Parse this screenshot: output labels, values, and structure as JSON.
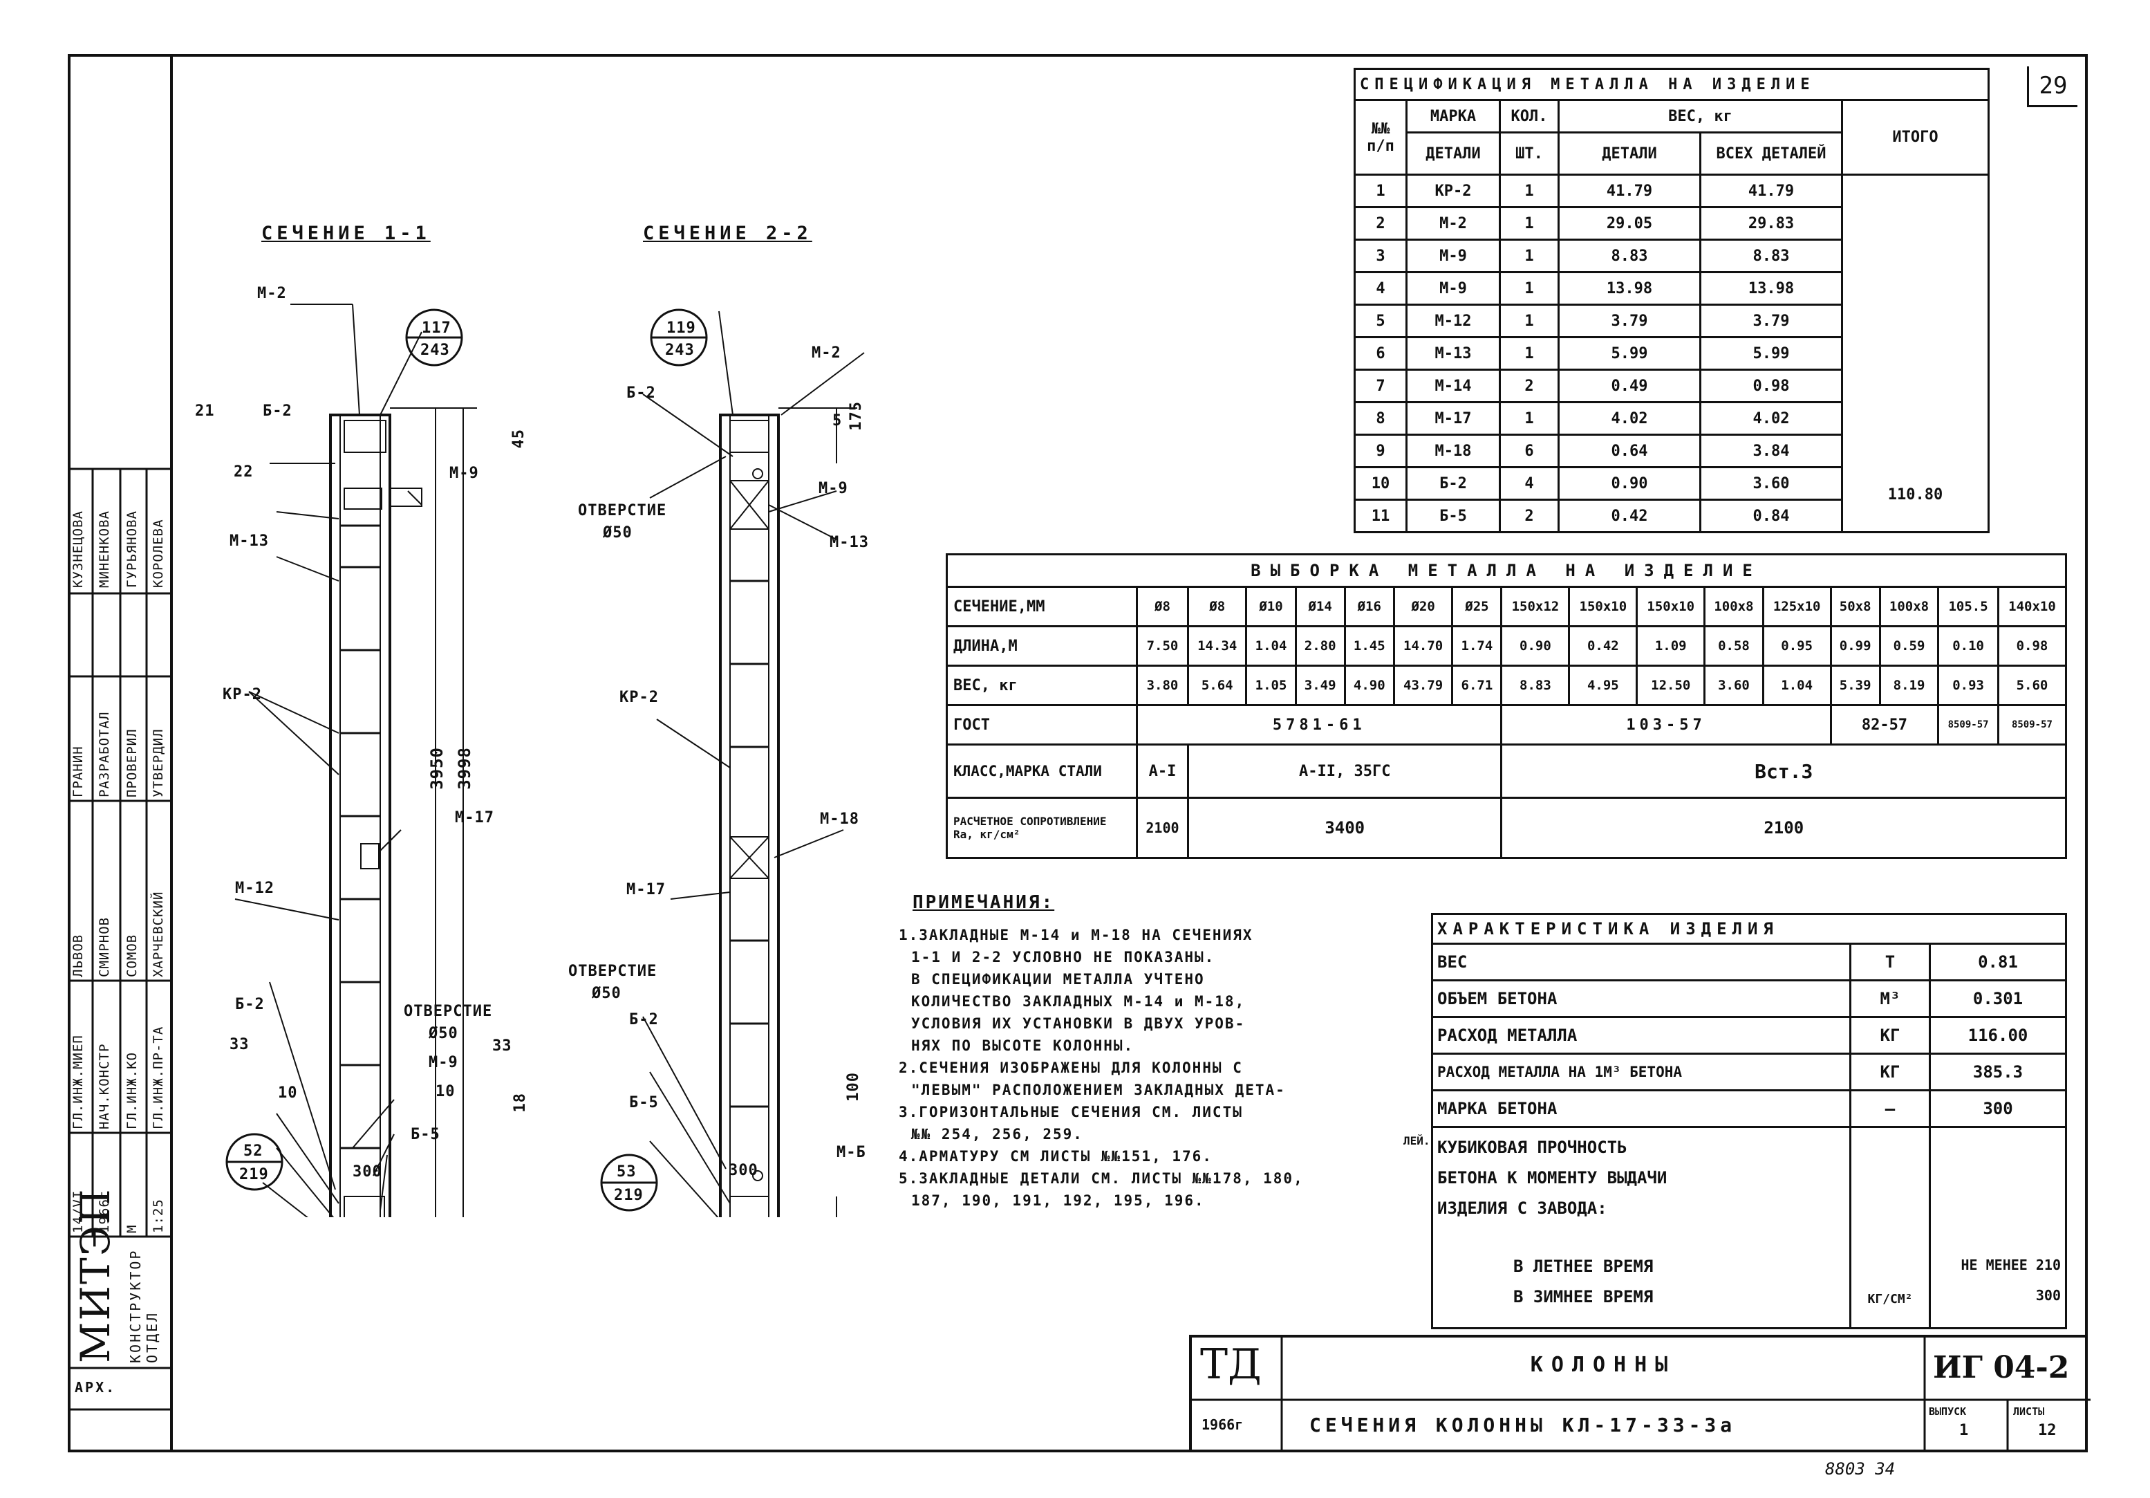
{
  "sheet": {
    "page_number": "29",
    "org_name": "МИТЭП",
    "org_sub": "КОНСТРУКТОР ОТДЕЛ",
    "arkh_label": "АРХ.",
    "bottom_note": "8803   34",
    "sidebar_rows": [
      [
        "КУЗНЕЦОВА",
        "МИНЕНКОВА",
        "ГУРЬЯНОВА",
        "КОРОЛЕВА"
      ],
      [
        "ГРАНИН",
        "РАЗРАБОТАЛ",
        "ПРОВЕРИЛ",
        "УТВЕРДИЛ"
      ],
      [
        "ЛЬВОВ",
        "СМИРНОВ",
        "СОМОВ",
        "ХАРЧЕВСКИЙ"
      ],
      [
        "ГЛ.ИНЖ.МИЕП",
        "НАЧ.КОНСТР",
        "ГЛ.ИНЖ.КО",
        "ГЛ.ИНЖ.ПР-ТА"
      ],
      [
        "14/VI",
        "1966г",
        "М",
        "1:25"
      ]
    ]
  },
  "drawing": {
    "section1_title": "СЕЧЕНИЕ 1-1",
    "section2_title": "СЕЧЕНИЕ 2-2",
    "s1_labels": {
      "m2_top": "М-2",
      "b2": "Б-2",
      "m13": "М-13",
      "kr2": "КР-2",
      "m17": "М-17",
      "m12": "М-12",
      "b2_bot": "Б-2",
      "b5": "Б-5",
      "m_bot": "М-9",
      "hole": "ОТВЕРСТИЕ",
      "hole_d": "Ø50",
      "m9": "М-9",
      "d21": "21",
      "d22": "22",
      "dim_h": "3950",
      "dim_h2": "3998",
      "dim_w": "300",
      "d33a": "33",
      "d33b": "33",
      "d10a": "10",
      "d10b": "10",
      "d18": "18",
      "d45": "45",
      "circ_top_a": "117",
      "circ_top_b": "243",
      "circ_bot_a": "52",
      "circ_bot_b": "219"
    },
    "s2_labels": {
      "m2_top": "М-2",
      "b2": "Б-2",
      "hole": "ОТВЕРСТИЕ",
      "hole_d": "Ø50",
      "m9": "М-9",
      "m13": "М-13",
      "kr2": "КР-2",
      "m18": "М-18",
      "m17": "М-17",
      "hole2": "ОТВЕРСТИЕ",
      "hole2_d": "Ø50",
      "b2_bot": "Б-2",
      "b5": "Б-5",
      "m_bot": "М-Б",
      "dim_w": "300",
      "d175": "175",
      "d5": "5",
      "d100": "100",
      "circ_top_a": "119",
      "circ_top_b": "243",
      "circ_bot_a": "53",
      "circ_bot_b": "219"
    }
  },
  "spec": {
    "title": "СПЕЦИФИКАЦИЯ МЕТАЛЛА НА ИЗДЕЛИЕ",
    "h_num": "№№ п/п",
    "h_mark1": "МАРКА",
    "h_mark2": "ДЕТАЛИ",
    "h_qty1": "КОЛ.",
    "h_qty2": "ШТ.",
    "h_weight": "ВЕС, кг",
    "h_detail": "ДЕТАЛИ",
    "h_all": "ВСЕХ ДЕТАЛЕЙ",
    "h_total": "ИТОГО",
    "total_value": "110.80",
    "rows": [
      [
        "1",
        "КР-2",
        "1",
        "41.79",
        "41.79"
      ],
      [
        "2",
        "М-2",
        "1",
        "29.05",
        "29.83"
      ],
      [
        "3",
        "М-9",
        "1",
        "8.83",
        "8.83"
      ],
      [
        "4",
        "М-9",
        "1",
        "13.98",
        "13.98"
      ],
      [
        "5",
        "М-12",
        "1",
        "3.79",
        "3.79"
      ],
      [
        "6",
        "М-13",
        "1",
        "5.99",
        "5.99"
      ],
      [
        "7",
        "М-14",
        "2",
        "0.49",
        "0.98"
      ],
      [
        "8",
        "М-17",
        "1",
        "4.02",
        "4.02"
      ],
      [
        "9",
        "М-18",
        "6",
        "0.64",
        "3.84"
      ],
      [
        "10",
        "Б-2",
        "4",
        "0.90",
        "3.60"
      ],
      [
        "11",
        "Б-5",
        "2",
        "0.42",
        "0.84"
      ]
    ]
  },
  "selection": {
    "title": "ВЫБОРКА МЕТАЛЛА НА ИЗДЕЛИЕ",
    "row_section": "СЕЧЕНИЕ,ММ",
    "row_length": "ДЛИНА,М",
    "row_weight": "ВЕС, кг",
    "row_gost": "ГОСТ",
    "row_class": "КЛАСС,МАРКА СТАЛИ",
    "row_resist": "РАСЧЕТНОЕ СОПРОТИВЛЕНИЕ Rа, кг/см²",
    "sections": [
      "Ø8",
      "Ø8",
      "Ø10",
      "Ø14",
      "Ø16",
      "Ø20",
      "Ø25",
      "150х12",
      "150х10",
      "150х10",
      "100х8",
      "125х10",
      "50х8",
      "100х8",
      "105.5",
      "140х10"
    ],
    "lengths": [
      "7.50",
      "14.34",
      "1.04",
      "2.80",
      "1.45",
      "14.70",
      "1.74",
      "0.90",
      "0.42",
      "1.09",
      "0.58",
      "0.95",
      "0.99",
      "0.59",
      "0.10",
      "0.98"
    ],
    "weights": [
      "3.80",
      "5.64",
      "1.05",
      "3.49",
      "4.90",
      "43.79",
      "6.71",
      "8.83",
      "4.95",
      "12.50",
      "3.60",
      "1.04",
      "5.39",
      "8.19",
      "0.93",
      "5.60"
    ],
    "gost": [
      "5781-61",
      "103-57",
      "82-57",
      "8509-57",
      "8509-57"
    ],
    "steel": [
      "А-I",
      "А-II, 35ГС",
      "Вст.3"
    ],
    "resist": [
      "2100",
      "3400",
      "2100"
    ]
  },
  "notes": {
    "title": "ПРИМЕЧАНИЯ:",
    "lines": [
      "1.ЗАКЛАДНЫЕ  М-14 и М-18  НА  СЕЧЕНИЯХ",
      "1-1  И  2-2  УСЛОВНО  НЕ  ПОКАЗАНЫ.",
      "В СПЕЦИФИКАЦИИ  МЕТАЛЛА  УЧТЕНО",
      "КОЛИЧЕСТВО  ЗАКЛАДНЫХ  М-14 и М-18,",
      "УСЛОВИЯ  ИХ  УСТАНОВКИ  В  ДВУХ УРОВ-",
      "НЯХ  ПО ВЫСОТЕ  КОЛОННЫ.",
      "2.СЕЧЕНИЯ  ИЗОБРАЖЕНЫ  ДЛЯ  КОЛОННЫ С",
      "\"ЛЕВЫМ\"  РАСПОЛОЖЕНИЕМ  ЗАКЛАДНЫХ  ДЕТА-",
      "3.ГОРИЗОНТАЛЬНЫЕ  СЕЧЕНИЯ  СМ. ЛИСТЫ",
      "№№ 254,  256,  259.",
      "4.АРМАТУРУ  СМ  ЛИСТЫ №№151, 176.",
      "5.ЗАКЛАДНЫЕ  ДЕТАЛИ  СМ. ЛИСТЫ №№178, 180,",
      "187,  190,  191,  192,  195,  196."
    ],
    "aside": "ЛЕЙ."
  },
  "characteristics": {
    "title": "ХАРАКТЕРИСТИКА ИЗДЕЛИЯ",
    "rows": [
      [
        "ВЕС",
        "Т",
        "0.81"
      ],
      [
        "ОБЪЕМ БЕТОНА",
        "М³",
        "0.301"
      ],
      [
        "РАСХОД МЕТАЛЛА",
        "КГ",
        "116.00"
      ],
      [
        "РАСХОД МЕТАЛЛА НА 1М³ БЕТОНА",
        "КГ",
        "385.3"
      ],
      [
        "МАРКА БЕТОНА",
        "—",
        "300"
      ]
    ],
    "strength_lines": [
      "КУБИКОВАЯ ПРОЧНОСТЬ",
      "БЕТОНА К МОМЕНТУ ВЫДАЧИ",
      "ИЗДЕЛИЯ С ЗАВОДА:"
    ],
    "summer": "В ЛЕТНЕЕ ВРЕМЯ",
    "winter": "В ЗИМНЕЕ ВРЕМЯ",
    "strength_unit": "КГ/СМ²",
    "summer_val": "НЕ МЕНЕЕ 210",
    "winter_val": "300"
  },
  "titleblock": {
    "ta": "ТД",
    "year": "1966г",
    "name": "КОЛОННЫ",
    "subtitle": "СЕЧЕНИЯ КОЛОННЫ КЛ-17-33-3а",
    "code": "ИГ 04-2",
    "issue_label": "ВЫПУСК",
    "issue_val": "1",
    "sheet_label": "ЛИСТЫ",
    "sheet_val": "12"
  }
}
